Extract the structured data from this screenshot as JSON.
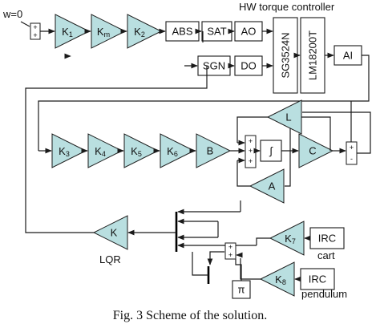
{
  "diagram": {
    "input_label": "w=0",
    "hw_title": "HW torque controller",
    "gains": {
      "k1": {
        "base": "K",
        "sub": "1"
      },
      "km": {
        "base": "K",
        "sub": "m"
      },
      "k2": {
        "base": "K",
        "sub": "2"
      },
      "k3": {
        "base": "K",
        "sub": "3"
      },
      "k4": {
        "base": "K",
        "sub": "4"
      },
      "k5": {
        "base": "K",
        "sub": "5"
      },
      "k6": {
        "base": "K",
        "sub": "6"
      },
      "k7": {
        "base": "K",
        "sub": "7"
      },
      "k8": {
        "base": "K",
        "sub": "8"
      },
      "b": "B",
      "c": "C",
      "l": "L",
      "a": "A",
      "k_lqr": "K"
    },
    "blocks": {
      "abs": "ABS",
      "sat": "SAT",
      "ao": "AO",
      "sgn": "SGN",
      "do": "DO",
      "sg3524n": "SG3524N",
      "lm18200t": "LM18200T",
      "ai": "AI",
      "irc_cart": "IRC",
      "irc_pendulum": "IRC",
      "pi": "π",
      "integrator": "∫"
    },
    "labels": {
      "lqr": "LQR",
      "cart": "cart",
      "pendulum": "pendulum"
    },
    "sum_signs": {
      "input": [
        "+",
        "+"
      ],
      "main": [
        "+",
        "+",
        "+"
      ],
      "output": [
        "+",
        "-"
      ],
      "angle": [
        "+",
        "+"
      ]
    }
  },
  "caption": "Fig. 3 Scheme of the solution."
}
